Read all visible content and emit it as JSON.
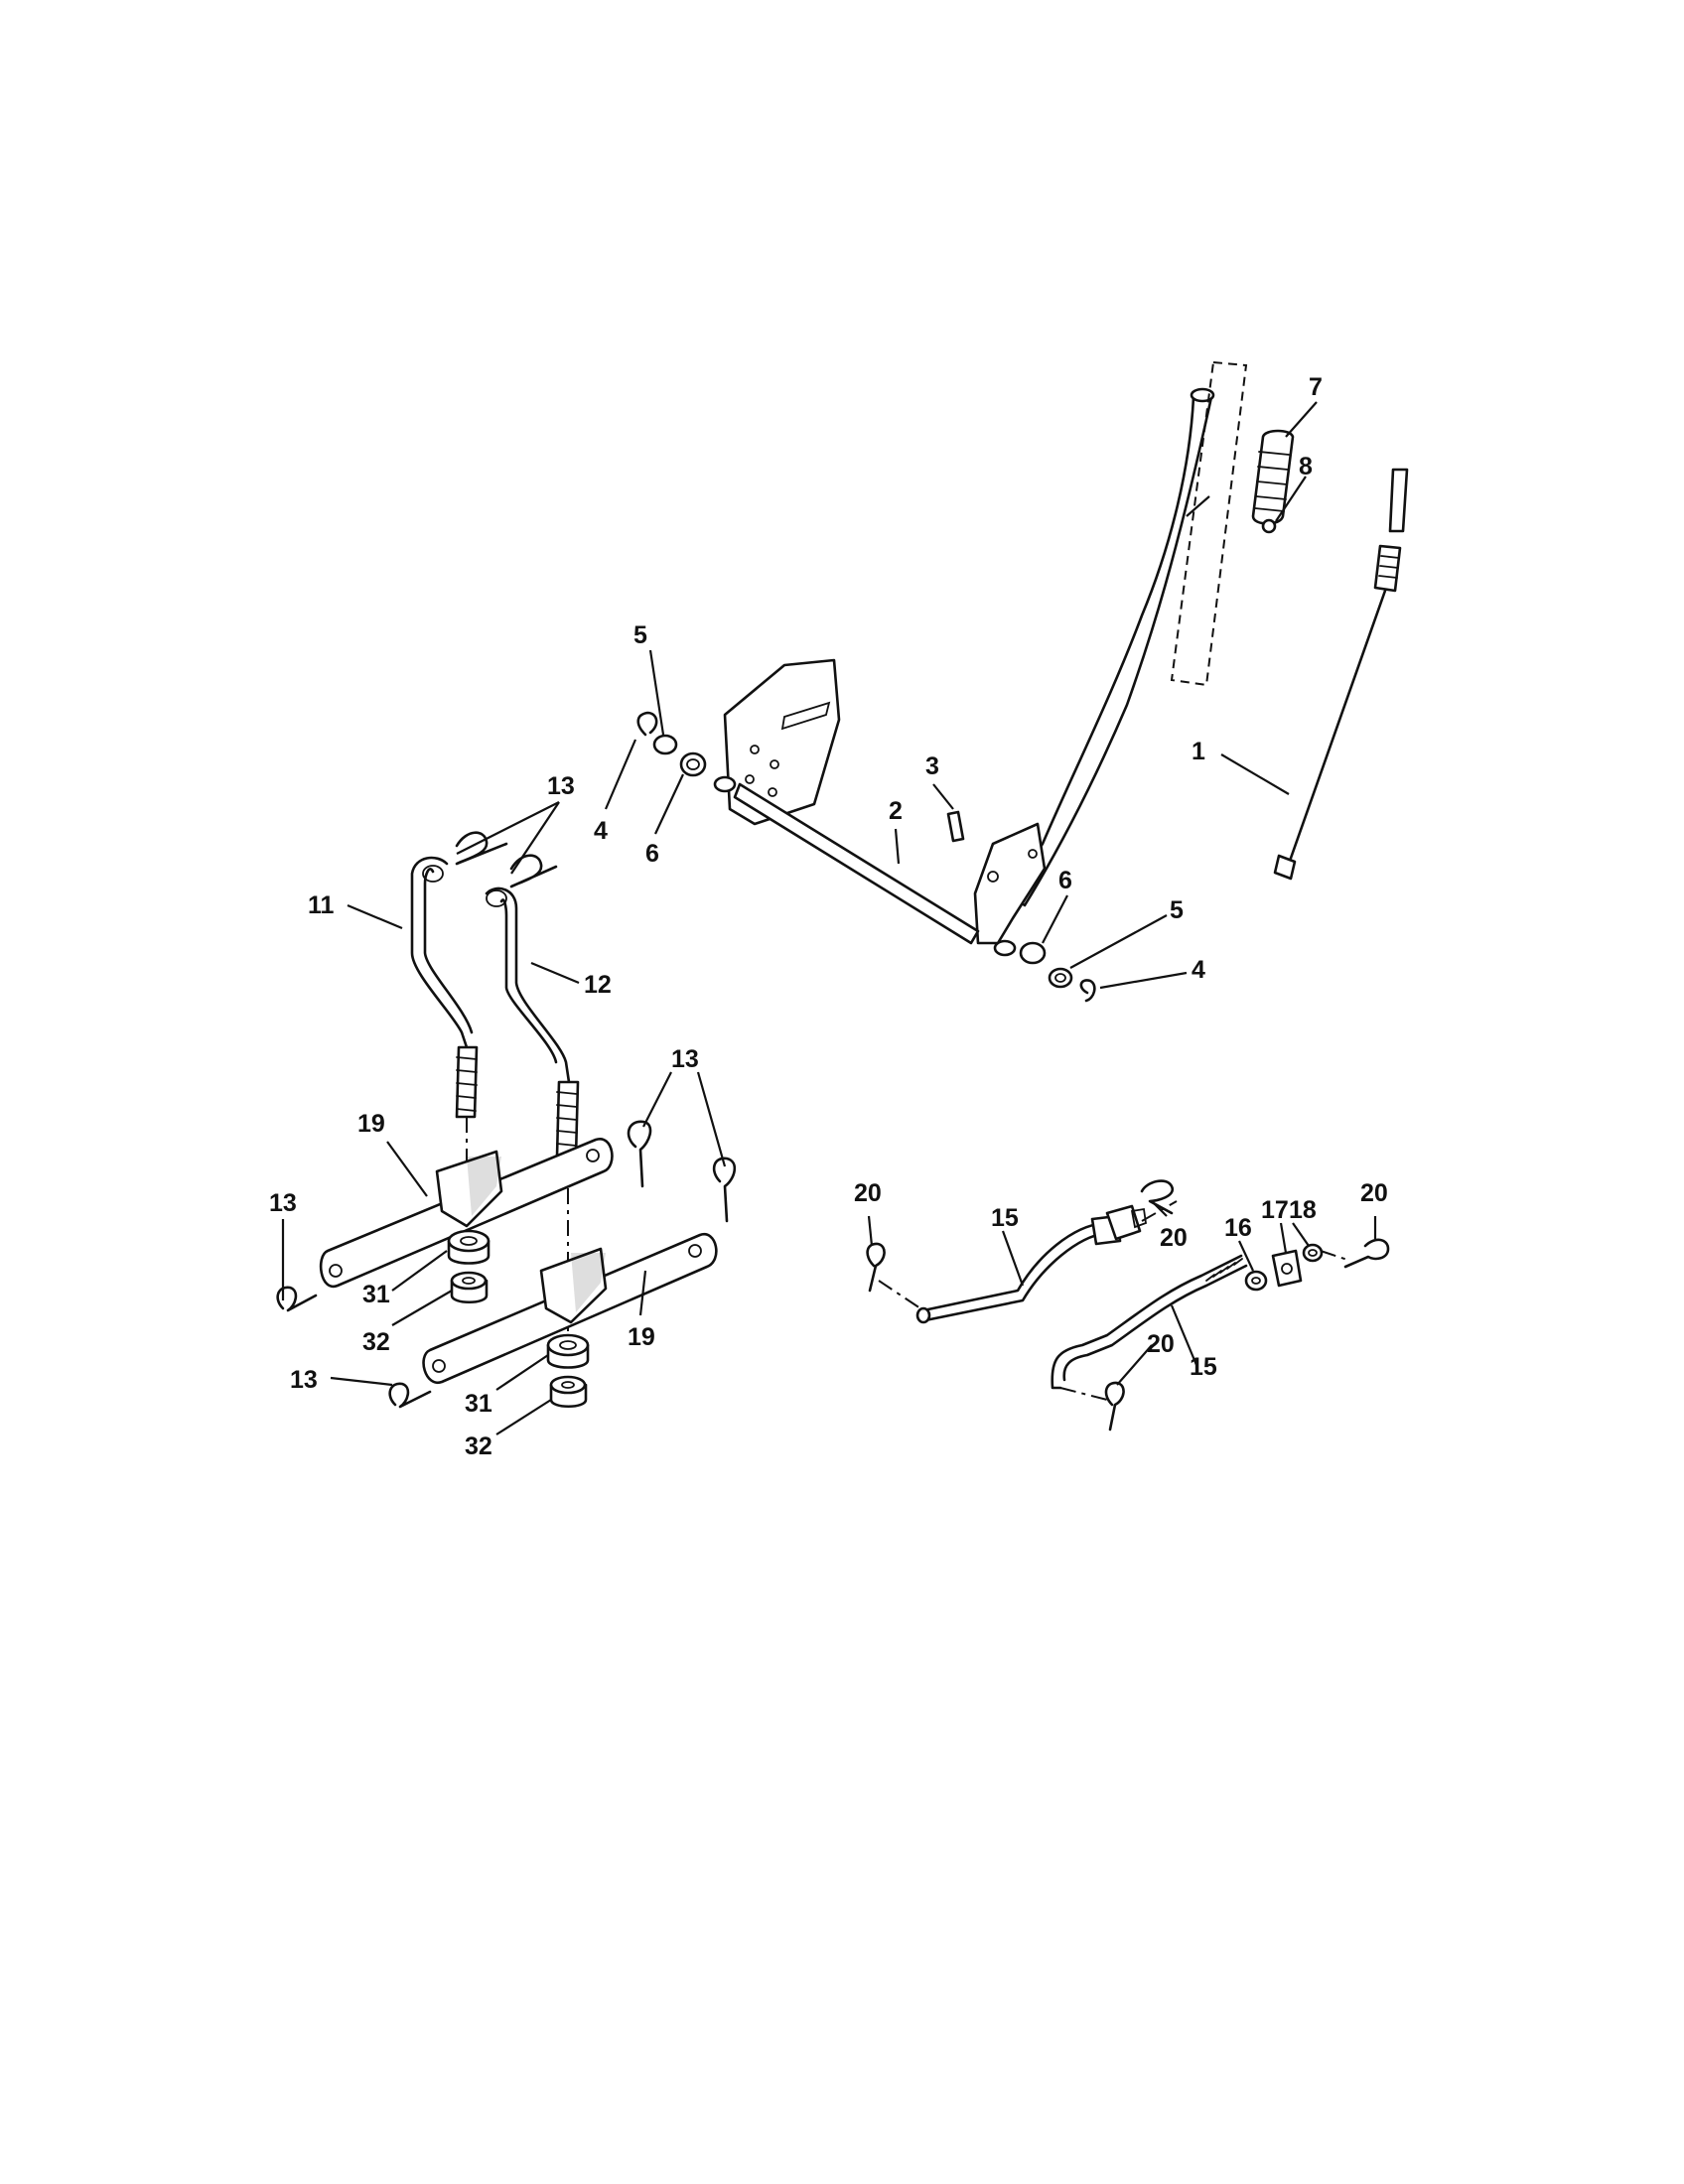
{
  "callouts": {
    "c1": "1",
    "c2": "2",
    "c3": "3",
    "c4a": "4",
    "c4b": "4",
    "c5a": "5",
    "c5b": "5",
    "c6a": "6",
    "c6b": "6",
    "c7": "7",
    "c8": "8",
    "c11": "11",
    "c12": "12",
    "c13a": "13",
    "c13b": "13",
    "c13c": "13",
    "c13d": "13",
    "c15a": "15",
    "c15b": "15",
    "c16": "16",
    "c17": "17",
    "c18": "18",
    "c19a": "19",
    "c19b": "19",
    "c20a": "20",
    "c20b": "20",
    "c20c": "20",
    "c20d": "20",
    "c31a": "31",
    "c31b": "31",
    "c32a": "32",
    "c32b": "32"
  },
  "colors": {
    "ink": "#111111",
    "paper": "#ffffff"
  }
}
